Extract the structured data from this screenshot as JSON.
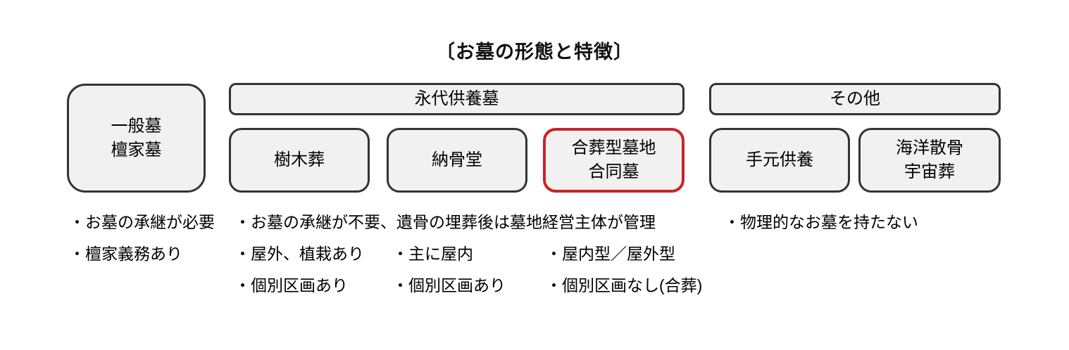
{
  "title": "〔お墓の形態と特徴〕",
  "colors": {
    "box_fill": "#f2f1f1",
    "box_border": "#333333",
    "highlight_border": "#c9232b"
  },
  "groups": {
    "general": {
      "box": "一般墓\n檀家墓",
      "notes": [
        "・お墓の承継が必要",
        "・檀家義務あり"
      ]
    },
    "eitai": {
      "header": "永代供養墓",
      "shared_note": "・お墓の承継が不要、遺骨の埋葬後は墓地経営主体が管理",
      "items": [
        {
          "box": "樹木葬",
          "highlight": false,
          "notes": [
            "・屋外、植栽あり",
            "・個別区画あり"
          ]
        },
        {
          "box": "納骨堂",
          "highlight": false,
          "notes": [
            "・主に屋内",
            "・個別区画あり"
          ]
        },
        {
          "box": "合葬型墓地\n合同墓",
          "highlight": true,
          "notes": [
            "・屋内型／屋外型",
            "・個別区画なし(合葬)"
          ]
        }
      ]
    },
    "other": {
      "header": "その他",
      "shared_note": "・物理的なお墓を持たない",
      "items": [
        {
          "box": "手元供養"
        },
        {
          "box": "海洋散骨\n宇宙葬"
        }
      ]
    }
  }
}
